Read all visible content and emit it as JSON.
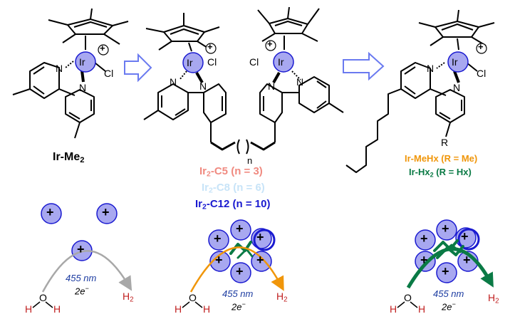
{
  "compounds": {
    "ir_me2": {
      "prefix": "Ir-Me",
      "sub": "2"
    },
    "dimer_c5": {
      "prefix": "Ir",
      "sub": "2",
      "suffix": "-C5 (n = 3)"
    },
    "dimer_c8": {
      "prefix": "Ir",
      "sub": "2",
      "suffix": "-C8 (n = 6)"
    },
    "dimer_c12": {
      "prefix": "Ir",
      "sub": "2",
      "suffix": "-C12 (n = 10)"
    },
    "ir_mehx": {
      "text": "Ir-MeHx (R = Me)"
    },
    "ir_hx2": {
      "prefix": "Ir-Hx",
      "sub": "2",
      "suffix": " (R = Hx)"
    }
  },
  "atoms": {
    "iridium": "Ir",
    "chlorine": "Cl",
    "nitrogen": "N",
    "substituent": "R",
    "chain_repeat": "n",
    "charge": "+"
  },
  "process": {
    "wavelength": "455 nm",
    "electron_prefix": "2e",
    "electron_sup": "−",
    "water_h": "H",
    "water_o": "O",
    "product_prefix": "H",
    "product_sub": "2"
  },
  "colors": {
    "ir_c5": "#f08a80",
    "ir_c8": "#c8e4f8",
    "ir_c12": "#1a1ad0",
    "ir_mehx": "#f0960a",
    "ir_hx2": "#0a7a45",
    "arc_gray": "#a8a8a8",
    "arc_orange": "#f0960a",
    "arc_green": "#0a7a45",
    "cation_fill": "#a8a8f0",
    "cation_stroke": "#1a1ad0",
    "hydrogen_red": "#c02020",
    "wavelength_blue": "#1a3aa0"
  }
}
